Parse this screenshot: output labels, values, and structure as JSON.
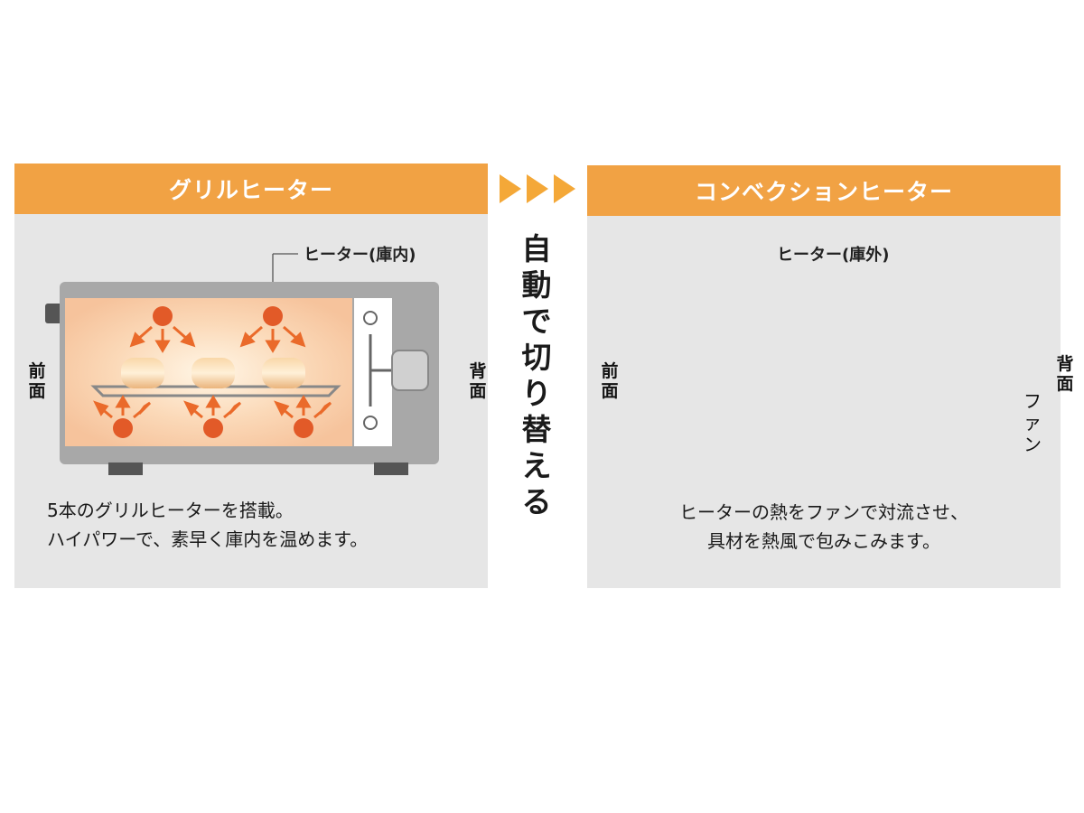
{
  "left_panel": {
    "title": "グリルヒーター",
    "heater_label": "ヒーター(庫内)",
    "front_label": "前面",
    "back_label": "背面",
    "caption_line1": "5本のグリルヒーターを搭載。",
    "caption_line2": "ハイパワーで、素早く庫内を温めます。"
  },
  "middle": {
    "switch_label": "自動で切り替える"
  },
  "right_panel": {
    "title": "コンベクションヒーター",
    "heater_label": "ヒーター(庫外)",
    "fan_label": "ファン",
    "front_label": "前面",
    "back_label": "背面",
    "caption_line1": "ヒーターの熱をファンで対流させ、",
    "caption_line2": "具材を熱風で包みこみます。"
  },
  "colors": {
    "header": "#f1a244",
    "chevron": "#f4a838",
    "heater": "#e25a28",
    "arrow": "#ea6a2a",
    "oven_body": "#a8a8a8",
    "cavity": "#f7c9a4",
    "panel": "#e6e6e6"
  }
}
